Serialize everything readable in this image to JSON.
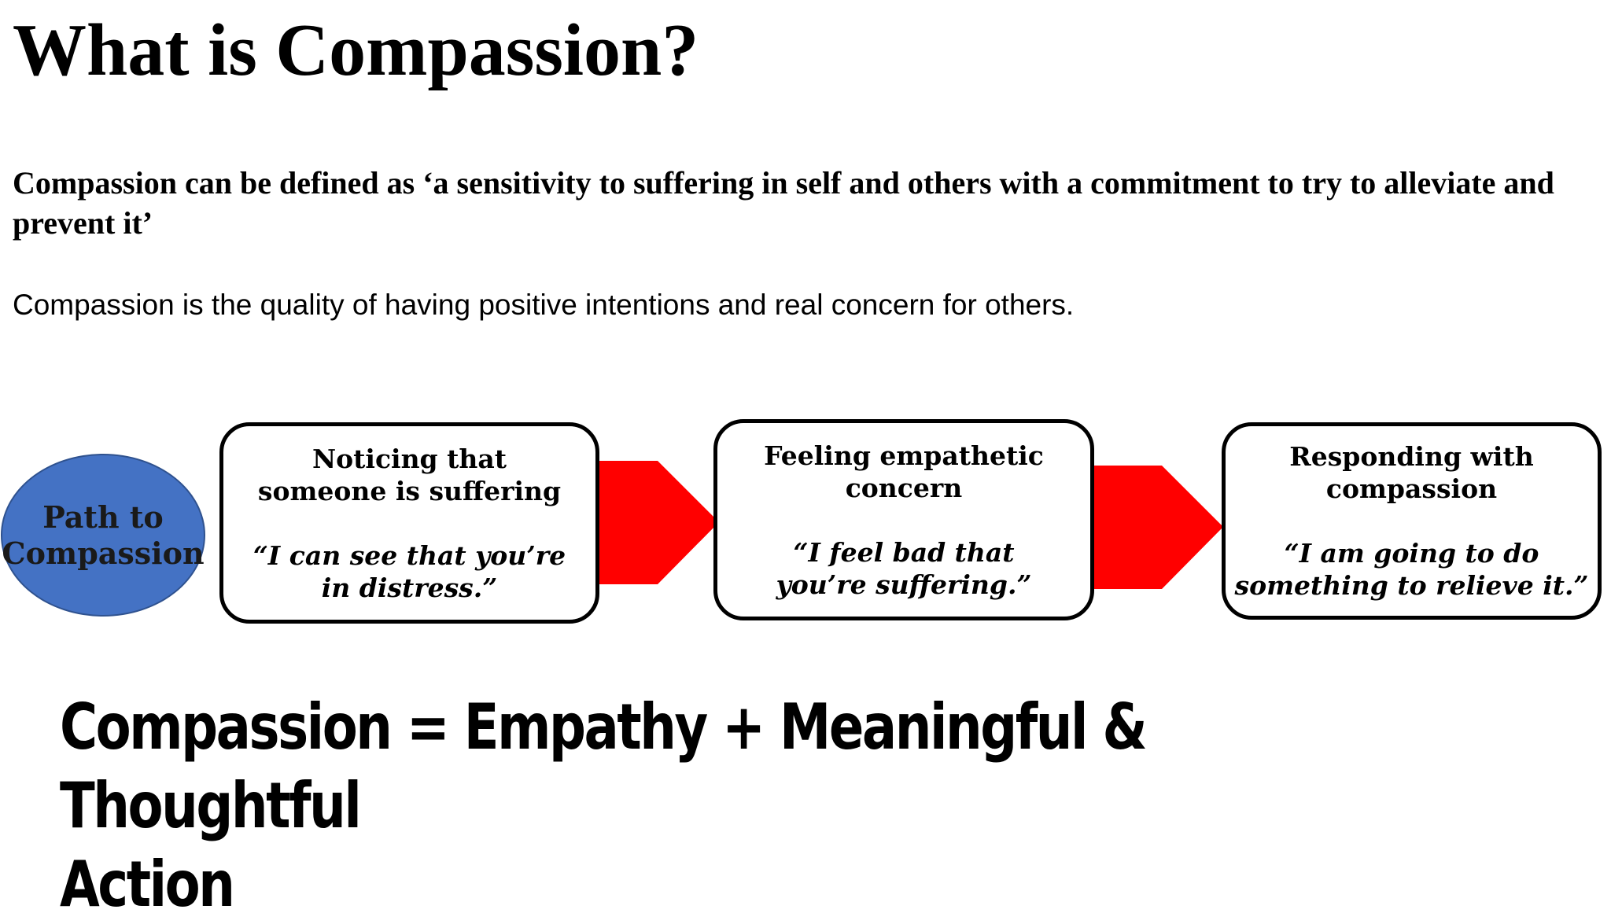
{
  "title": "What is Compassion?",
  "definition": "Compassion can be defined as ‘a sensitivity to suffering in self and others with a commitment to try to alleviate and prevent it’",
  "quality": "Compassion is the quality of having positive intentions and real concern for others.",
  "path": {
    "line1": "Path to",
    "line2": "Compassion"
  },
  "steps": [
    {
      "title": "Noticing that\nsomeone is suffering",
      "quote": "“I can see that you’re\nin distress.”"
    },
    {
      "title": "Feeling empathetic\nconcern",
      "quote": "“I feel bad that\nyou’re suffering.”"
    },
    {
      "title": "Responding with\ncompassion",
      "quote": "“I am going to do\nsomething to relieve it.”"
    }
  ],
  "equation": "Compassion = Empathy  + Meaningful & Thoughtful\nAction",
  "colors": {
    "oval_fill": "#4472c4",
    "arrow_fill": "#ff0000",
    "box_border": "#000000"
  }
}
